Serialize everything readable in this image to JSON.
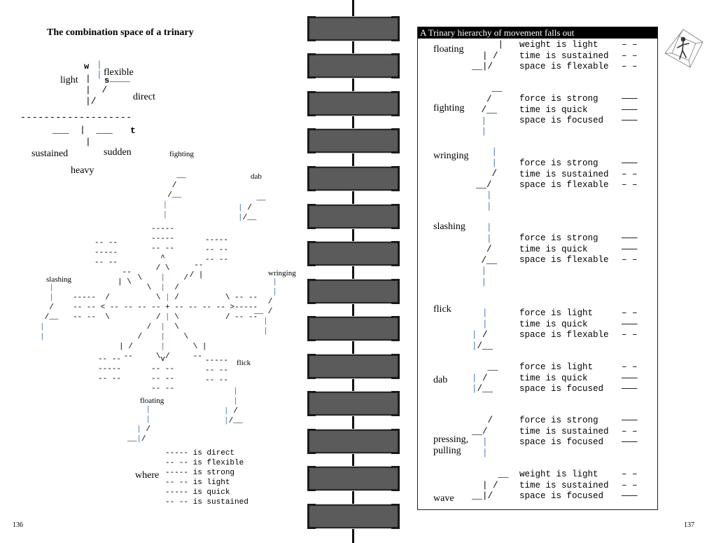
{
  "left_page": {
    "title": "The combination space of a trinary",
    "axes": {
      "w": "w",
      "s": "s",
      "t": "t",
      "light": "light",
      "flexible": "flexible",
      "direct": "direct",
      "sustained": "sustained",
      "sudden": "sudden",
      "heavy": "heavy",
      "horizontal_rule": "-------------------"
    },
    "diagram_labels": {
      "fighting": "fighting",
      "dab": "dab",
      "slashing": "slashing",
      "wringing": "wringing",
      "flick": "flick",
      "floating": "floating"
    },
    "legend": {
      "where": "where",
      "items": [
        {
          "mark": "-----",
          "meaning": "is direct"
        },
        {
          "mark": "-- --",
          "meaning": "is flexible"
        },
        {
          "mark": "-----",
          "meaning": "is strong"
        },
        {
          "mark": "-- --",
          "meaning": "is light"
        },
        {
          "mark": "-----",
          "meaning": "is quick"
        },
        {
          "mark": "-- --",
          "meaning": "is sustained"
        }
      ]
    },
    "page_number": "136"
  },
  "right_page": {
    "box_title": "A Trinary hierarchy of movement falls out",
    "movements": [
      {
        "name": "floating",
        "attributes": [
          {
            "text": "weight is light",
            "mark": "– –"
          },
          {
            "text": "time is sustained",
            "mark": "– –"
          },
          {
            "text": "space is flexable",
            "mark": "– –"
          }
        ]
      },
      {
        "name": "fighting",
        "attributes": [
          {
            "text": "force is strong",
            "mark": "———"
          },
          {
            "text": "time is quick",
            "mark": "———"
          },
          {
            "text": "space is focused",
            "mark": "———"
          }
        ]
      },
      {
        "name": "wringing",
        "attributes": [
          {
            "text": "force is strong",
            "mark": "———"
          },
          {
            "text": "time is sustained",
            "mark": "– –"
          },
          {
            "text": "space is flexable",
            "mark": "– –"
          }
        ]
      },
      {
        "name": "slashing",
        "attributes": [
          {
            "text": "force is strong",
            "mark": "———"
          },
          {
            "text": "time is quick",
            "mark": "———"
          },
          {
            "text": "space is flexable",
            "mark": "– –"
          }
        ]
      },
      {
        "name": "flick",
        "attributes": [
          {
            "text": "force is light",
            "mark": "– –"
          },
          {
            "text": "time is quick",
            "mark": "———"
          },
          {
            "text": "space is flexable",
            "mark": "– –"
          }
        ]
      },
      {
        "name": "dab",
        "attributes": [
          {
            "text": "force is light",
            "mark": "– –"
          },
          {
            "text": "time is quick",
            "mark": "———"
          },
          {
            "text": "space is focused",
            "mark": "———"
          }
        ]
      },
      {
        "name": "pressing, pulling",
        "name_line1": "pressing,",
        "name_line2": "pulling",
        "attributes": [
          {
            "text": "force is strong",
            "mark": "———"
          },
          {
            "text": "time is sustained",
            "mark": "– –"
          },
          {
            "text": "space is focused",
            "mark": "———"
          }
        ]
      },
      {
        "name": "wave",
        "attributes": [
          {
            "text": "weight is light",
            "mark": "– –"
          },
          {
            "text": "time is sustained",
            "mark": "– –"
          },
          {
            "text": "space is focused",
            "mark": "———"
          }
        ]
      }
    ],
    "figure_icon": "hypercube-figure-icon",
    "page_number": "137"
  }
}
